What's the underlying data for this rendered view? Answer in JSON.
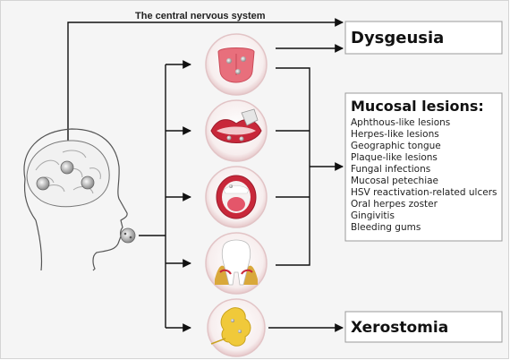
{
  "cns_label": "The central nervous system",
  "dysgeusia_title": "Dysgeusia",
  "mucosal": {
    "title": "Mucosal lesions:",
    "items": [
      "Aphthous-like lesions",
      "Herpes-like lesions",
      "Geographic tongue",
      "Plaque-like lesions",
      "Fungal infections",
      "Mucosal petechiae",
      "HSV reactivation-related ulcers",
      "Oral herpes zoster",
      "Gingivitis",
      "Bleeding gums"
    ]
  },
  "xerostomia_title": "Xerostomia",
  "icons": [
    "head-brain-icon",
    "tongue-icon",
    "lips-icon",
    "open-mouth-icon",
    "tooth-gum-icon",
    "salivary-gland-icon",
    "virus-icon"
  ],
  "colors": {
    "accent_red": "#c8283a",
    "box_border": "#9a9a9a",
    "arrow": "#111111"
  }
}
